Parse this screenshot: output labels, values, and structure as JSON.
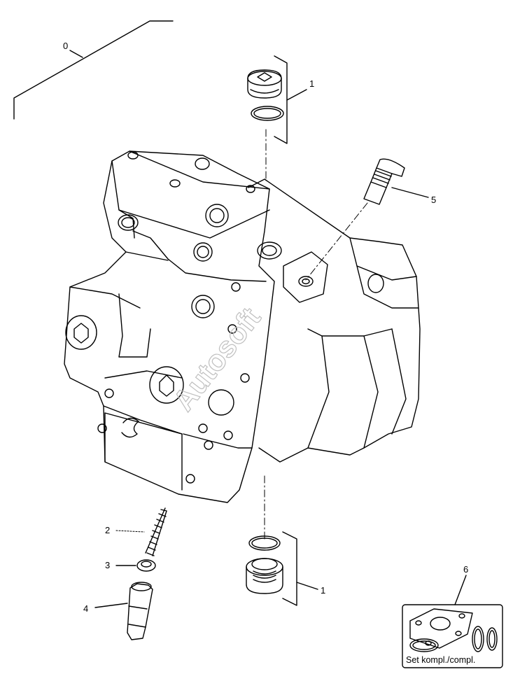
{
  "callouts": {
    "c0": "0",
    "c1_top": "1",
    "c1_bottom": "1",
    "c2": "2",
    "c3": "3",
    "c4": "4",
    "c5": "5",
    "c6": "6"
  },
  "set_box": {
    "caption": "Set kompl./compl."
  },
  "watermark": "Autosoft",
  "colors": {
    "line": "#000000",
    "background": "#ffffff",
    "watermark": "#bfbfbf"
  }
}
